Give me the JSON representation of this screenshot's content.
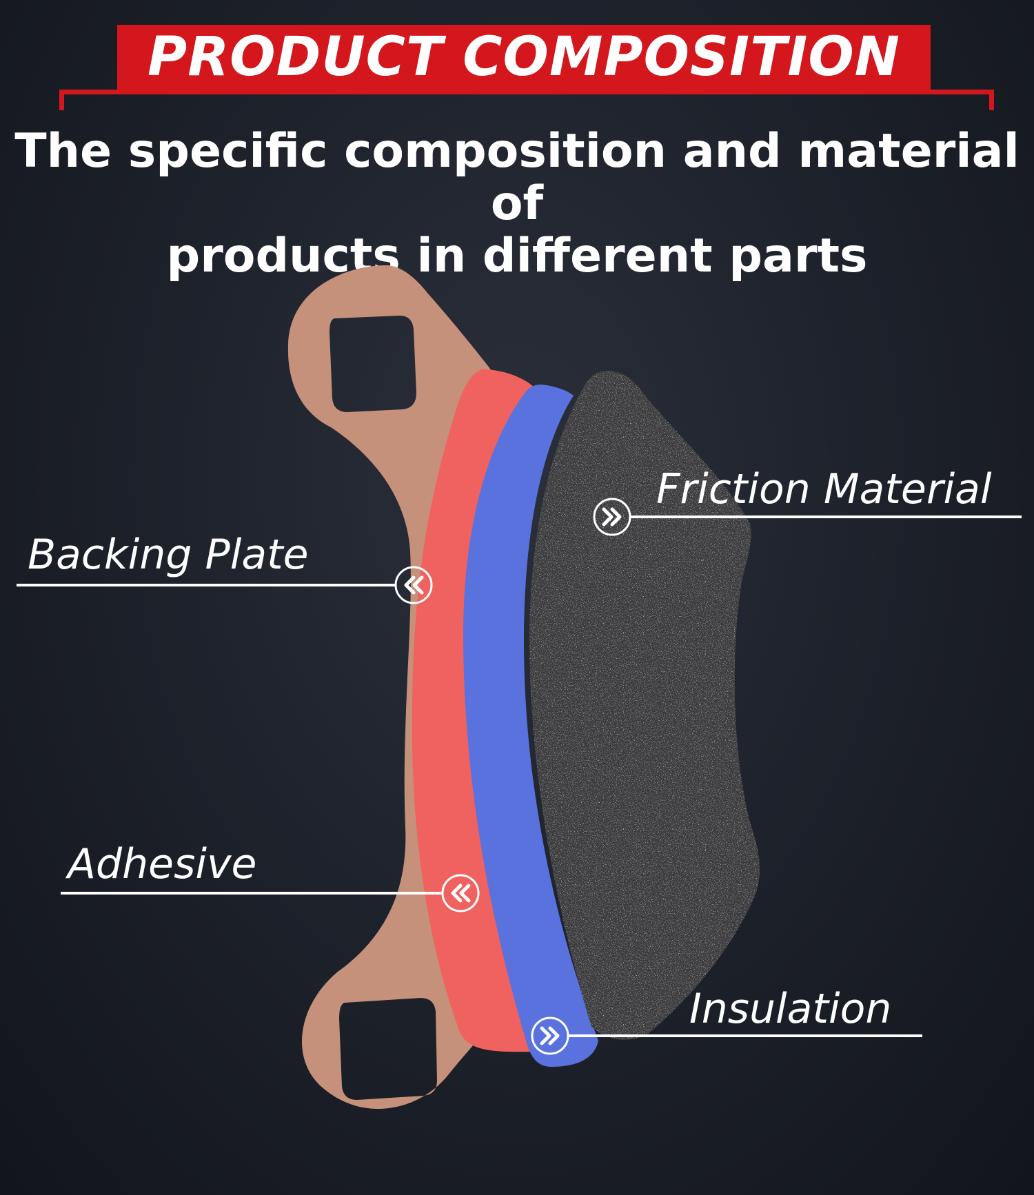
{
  "header": {
    "title": "PRODUCT COMPOSITION",
    "subtitle_line1": "The specific composition and material of",
    "subtitle_line2": "products in different parts"
  },
  "colors": {
    "banner_red": "#d3171c",
    "backing_plate": "#c6917a",
    "adhesive": "#f0625f",
    "insulation": "#5a72dd",
    "friction": "#3a3b3d"
  },
  "labels": {
    "friction": "Friction Material",
    "backing": "Backing Plate",
    "adhesive": "Adhesive",
    "insulation": "Insulation"
  },
  "icons": {
    "friction": "double-chevron-right-icon",
    "backing": "double-chevron-left-icon",
    "adhesive": "double-chevron-left-icon",
    "insulation": "double-chevron-right-icon"
  }
}
